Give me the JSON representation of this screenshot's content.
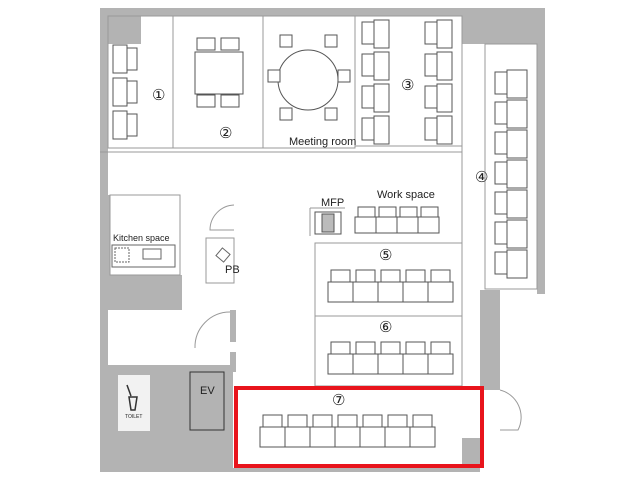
{
  "rooms": {
    "r1": "①",
    "r2": "②",
    "r3": "③",
    "r4": "④",
    "r5": "⑤",
    "r6": "⑥",
    "r7": "⑦",
    "meeting": "Meeting room",
    "mfp": "MFP",
    "workspace": "Work space",
    "kitchen": "Kitchen space",
    "pb": "PB",
    "ev": "EV",
    "toilet": "TOILET"
  },
  "colors": {
    "wall": "#b3b3b3",
    "line": "#8a8a8a",
    "highlight": "#e8141c"
  }
}
